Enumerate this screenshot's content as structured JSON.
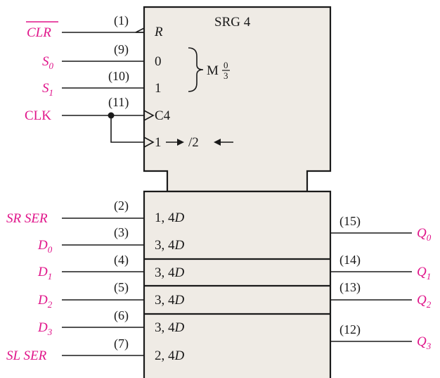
{
  "colors": {
    "signal": "#e0158a",
    "ink": "#1a1a1a",
    "fill": "#efebe5"
  },
  "control": {
    "title": "SRG 4",
    "mode_prefix": "M",
    "mode_numerator": "0",
    "mode_denominator": "3",
    "pins": {
      "clr": {
        "label": "CLR",
        "number": "(1)",
        "text": "R"
      },
      "s0": {
        "label": "S",
        "sub": "0",
        "number": "(9)",
        "text": "0"
      },
      "s1": {
        "label": "S",
        "sub": "1",
        "number": "(10)",
        "text": "1"
      },
      "clk": {
        "label": "CLK",
        "number": "(11)",
        "text": "C4"
      },
      "shift": {
        "text_a": "1",
        "text_b": "/2"
      }
    }
  },
  "data_inputs": [
    {
      "label": "SR SER",
      "sub": "",
      "number": "(2)",
      "text": "1, 4",
      "suffix": "D"
    },
    {
      "label": "D",
      "sub": "0",
      "number": "(3)",
      "text": "3, 4",
      "suffix": "D"
    },
    {
      "label": "D",
      "sub": "1",
      "number": "(4)",
      "text": "3, 4",
      "suffix": "D"
    },
    {
      "label": "D",
      "sub": "2",
      "number": "(5)",
      "text": "3, 4",
      "suffix": "D"
    },
    {
      "label": "D",
      "sub": "3",
      "number": "(6)",
      "text": "3, 4",
      "suffix": "D"
    },
    {
      "label": "SL SER",
      "sub": "",
      "number": "(7)",
      "text": "2, 4",
      "suffix": "D"
    }
  ],
  "outputs": [
    {
      "label": "Q",
      "sub": "0",
      "number": "(15)"
    },
    {
      "label": "Q",
      "sub": "1",
      "number": "(14)"
    },
    {
      "label": "Q",
      "sub": "2",
      "number": "(13)"
    },
    {
      "label": "Q",
      "sub": "3",
      "number": "(12)"
    }
  ]
}
